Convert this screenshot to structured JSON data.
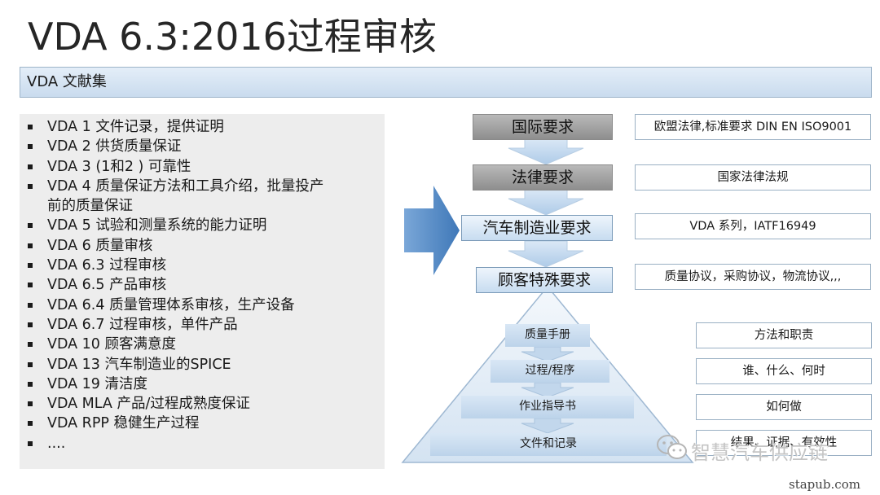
{
  "title": "VDA 6.3:2016过程审核",
  "banner": "VDA 文献集",
  "doc_list": [
    "VDA 1 文件记录，提供证明",
    "VDA 2 供货质量保证",
    "VDA 3 (1和2 ) 可靠性",
    "VDA 4 质量保证方法和工具介绍，批量投产",
    "前的质量保证",
    "VDA 5 试验和测量系统的能力证明",
    "VDA 6 质量审核",
    "VDA 6.3 过程审核",
    "VDA 6.5 产品审核",
    "VDA 6.4 质量管理体系审核，生产设备",
    "VDA 6.7 过程审核，单件产品",
    "VDA 10 顾客满意度",
    "VDA 13 汽车制造业的SPICE",
    "VDA 19 清洁度",
    "VDA MLA 产品/过程成熟度保证",
    "VDA RPP 稳健生产过程",
    "...."
  ],
  "requirements": [
    {
      "label": "国际要求",
      "note": "欧盟法律,标准要求 DIN EN ISO9001"
    },
    {
      "label": "法律要求",
      "note": "国家法律法规"
    },
    {
      "label": "汽车制造业要求",
      "note": "VDA 系列，IATF16949"
    },
    {
      "label": "顾客特殊要求",
      "note": "质量协议，采购协议，物流协议,,,"
    }
  ],
  "pyramid": [
    {
      "label": "质量手册",
      "note": "方法和职责"
    },
    {
      "label": "过程/程序",
      "note": "谁、什么、何时"
    },
    {
      "label": "作业指导书",
      "note": "如何做"
    },
    {
      "label": "文件和记录",
      "note": "结果、证据、有效性"
    }
  ],
  "watermark": "智慧汽车供应链",
  "site": "stapub.com",
  "colors": {
    "banner_bg": "#d6e4f2",
    "arrow_blue": "#5b8fc9",
    "grey_box": "#a6a6a6",
    "light_blue": "#c9dcef"
  }
}
